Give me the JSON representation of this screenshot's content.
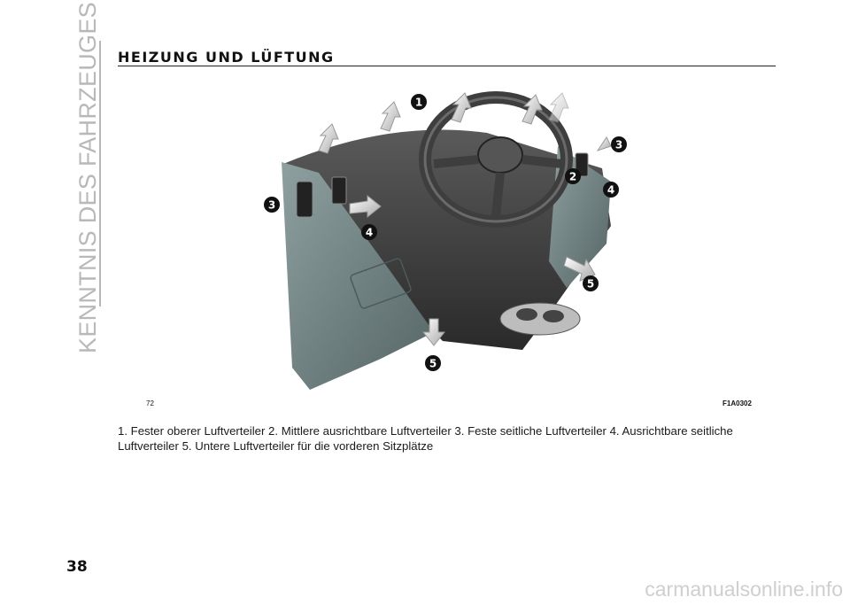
{
  "sidebar": {
    "section_title": "KENNTNIS DES FAHRZEUGES"
  },
  "header": {
    "title": "HEIZUNG UND LÜFTUNG"
  },
  "figure": {
    "number": "72",
    "code": "F1A0302",
    "callouts": [
      "1",
      "2",
      "3",
      "3",
      "4",
      "4",
      "5",
      "5"
    ],
    "colors": {
      "dashboard": "#3a3a3a",
      "panel": "#6f8080",
      "arrow": "#d0d0d0",
      "callout": "#111111"
    }
  },
  "caption": {
    "text": "1. Fester oberer Luftverteiler 2. Mittlere ausrichtbare Luftverteiler 3. Feste seitliche Luftverteiler 4. Ausrichtbare seitliche Luftverteiler 5. Untere Luftverteiler für die vorderen Sitzplätze"
  },
  "page": {
    "number": "38"
  },
  "footer": {
    "watermark": "carmanualsonline.info"
  }
}
